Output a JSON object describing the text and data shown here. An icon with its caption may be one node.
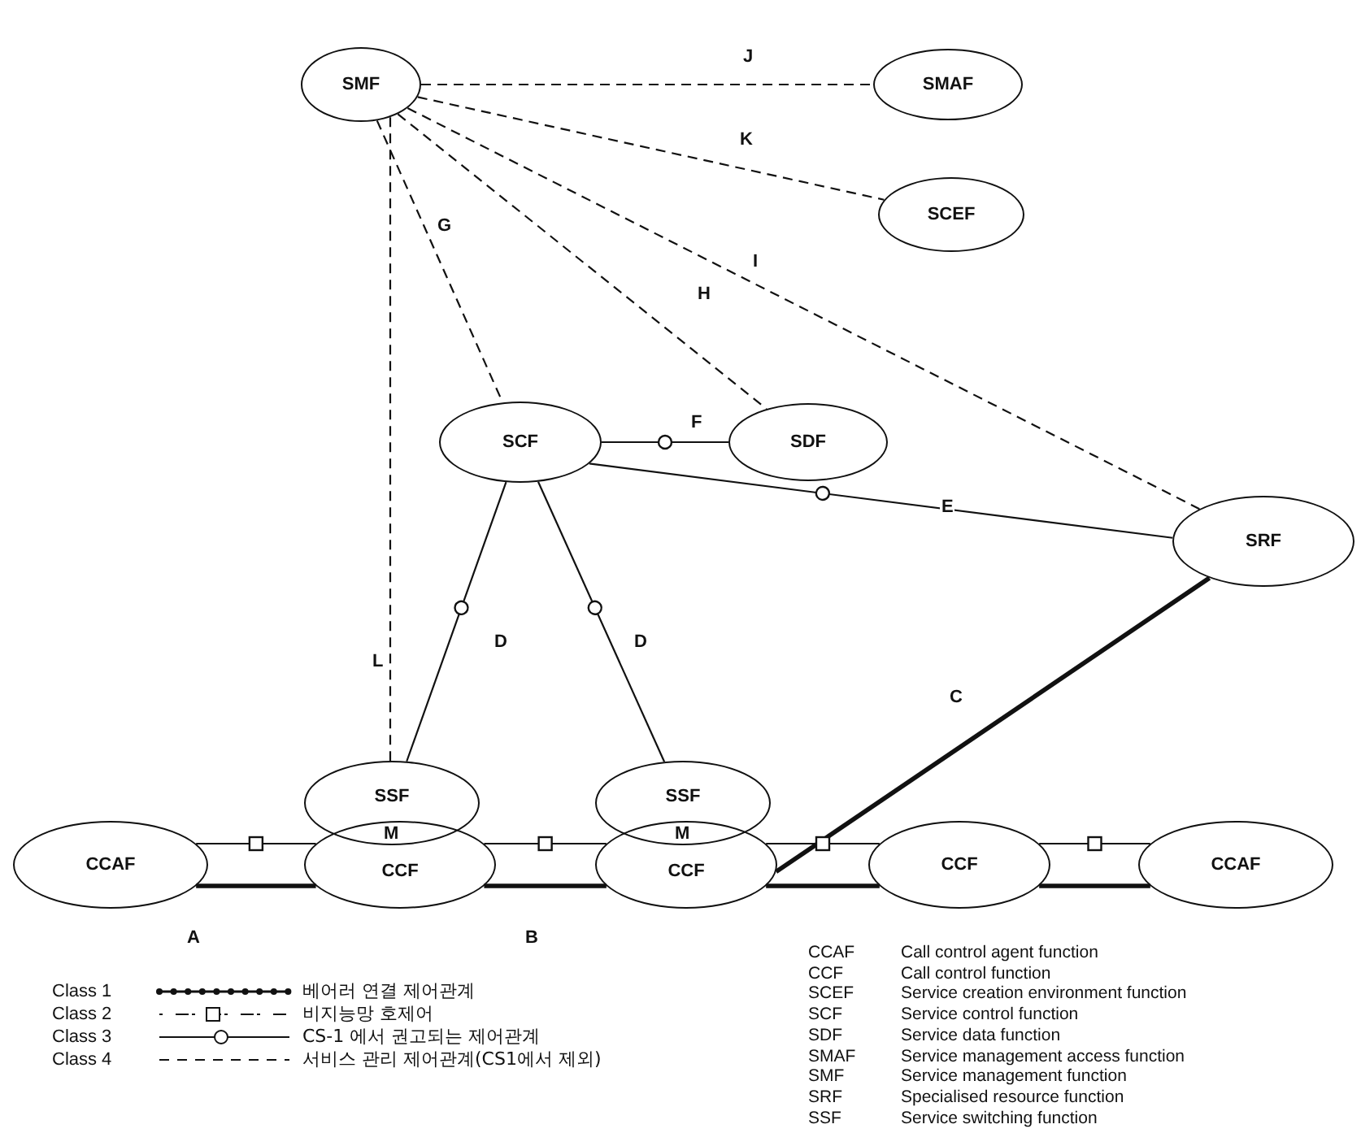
{
  "diagram": {
    "nodes": [
      {
        "text": [
          "SMF"
        ]
      },
      {
        "text": [
          "SMAF"
        ]
      },
      {
        "text": [
          "SCEF"
        ]
      },
      {
        "text": [
          "SCF"
        ]
      },
      {
        "text": [
          "SDF"
        ]
      },
      {
        "text": [
          "SRF"
        ]
      },
      {
        "text": [
          "SSF"
        ]
      },
      {
        "text": [
          "SSF"
        ]
      },
      {
        "text": [
          "CCAF"
        ]
      },
      {
        "text": [
          "CCF"
        ]
      },
      {
        "text": [
          "CCF"
        ]
      },
      {
        "text": [
          "CCF"
        ]
      },
      {
        "text": [
          "CCAF"
        ]
      }
    ],
    "edges": [
      {
        "from": 0,
        "to": 1,
        "arrow": "none",
        "label": "J",
        "style": "dashed"
      },
      {
        "from": 0,
        "to": 2,
        "arrow": "none",
        "label": "K",
        "style": "dashed"
      },
      {
        "from": 0,
        "to": 5,
        "arrow": "none",
        "label": "I",
        "style": "dashed"
      },
      {
        "from": 0,
        "to": 3,
        "arrow": "none",
        "label": "G",
        "style": "dashed"
      },
      {
        "from": 0,
        "to": 4,
        "arrow": "none",
        "label": "H",
        "style": "dashed"
      },
      {
        "from": 0,
        "to": 6,
        "arrow": "none",
        "label": "L",
        "style": "dashed"
      },
      {
        "from": 3,
        "to": 4,
        "arrow": "none",
        "label": "F"
      },
      {
        "from": 3,
        "to": 5,
        "arrow": "none",
        "label": "E"
      },
      {
        "from": 3,
        "to": 6,
        "arrow": "none",
        "label": "D"
      },
      {
        "from": 3,
        "to": 7,
        "arrow": "none",
        "label": "D"
      },
      {
        "from": 10,
        "to": 5,
        "arrow": "none",
        "label": "C",
        "style": "thick"
      },
      {
        "from": 8,
        "to": 9,
        "arrow": "none"
      },
      {
        "from": 8,
        "to": 9,
        "arrow": "none",
        "label": "A",
        "style": "thick"
      },
      {
        "from": 9,
        "to": 10,
        "arrow": "none"
      },
      {
        "from": 9,
        "to": 10,
        "arrow": "none",
        "label": "B",
        "style": "thick"
      },
      {
        "from": 10,
        "to": 11,
        "arrow": "none"
      },
      {
        "from": 10,
        "to": 11,
        "arrow": "none",
        "style": "thick"
      },
      {
        "from": 11,
        "to": 12,
        "arrow": "none"
      },
      {
        "from": 11,
        "to": 12,
        "arrow": "none",
        "style": "thick"
      }
    ],
    "labels": [
      "M",
      "M",
      "Class 1",
      "Class 2",
      "Class 3",
      "Class 4",
      "CCAF",
      "Call control agent function",
      "CCF",
      "Call control function",
      "SCEF",
      "Service creation environment function",
      "SCF",
      "Service control function",
      "SDF",
      "Service data function",
      "SMAF",
      "Service management access function",
      "SMF",
      "Service management function",
      "SRF",
      "Specialised resource function",
      "SSF",
      "Service switching function"
    ],
    "legend": [
      {
        "text": "베어러 연결 제어관계"
      },
      {
        "text": "비지능망 호제어"
      },
      {
        "text": "CS-1 에서 권고되는 제어관계"
      },
      {
        "text": "서비스 관리 제어관계(CS1에서 제외)"
      }
    ]
  }
}
